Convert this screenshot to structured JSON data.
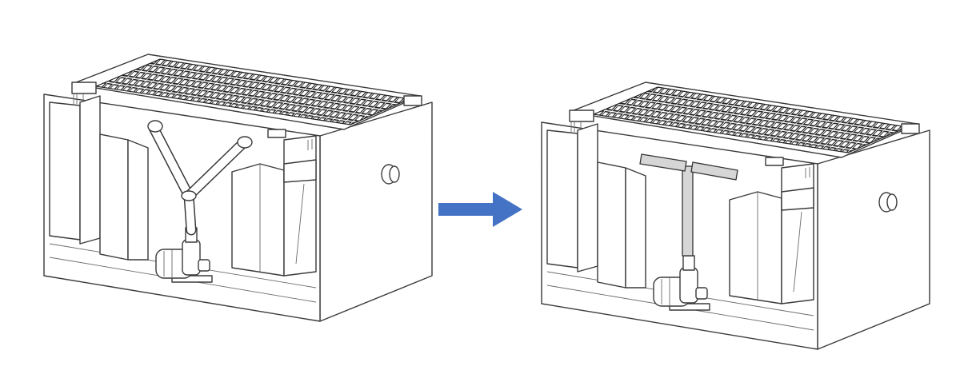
{
  "diagram": {
    "panels": [
      {
        "id": "before",
        "pipe_type": "y-split"
      },
      {
        "id": "after",
        "pipe_type": "t-split"
      }
    ],
    "colors": {
      "arrow": "#4472C4",
      "line": "#3a3a3a",
      "grid": "#2a2a2a",
      "t_pipe_fill": "#d6d6d6",
      "background": "#ffffff"
    }
  }
}
